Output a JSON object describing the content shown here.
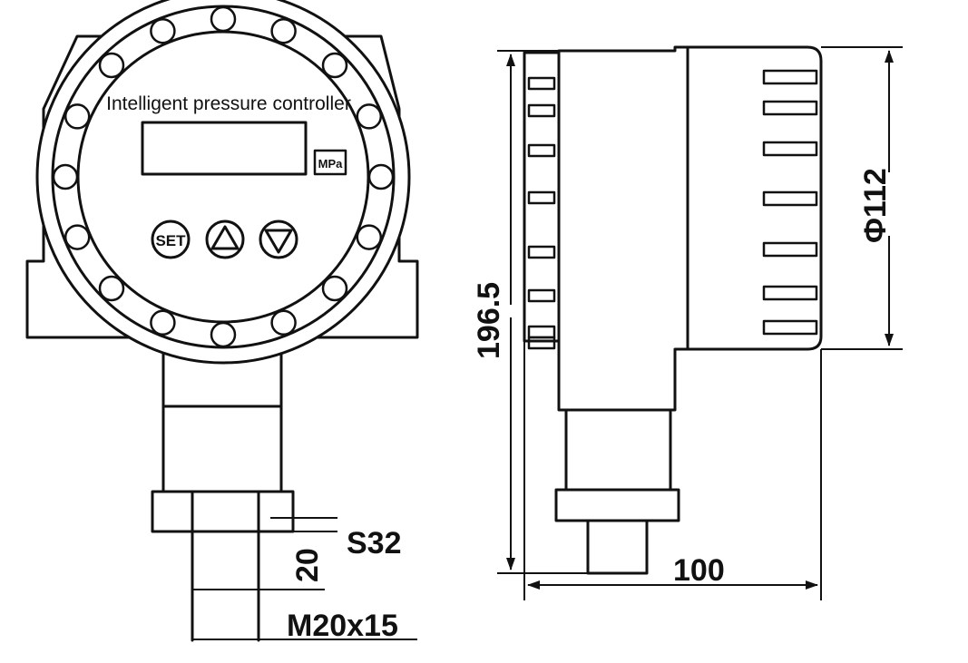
{
  "front_view": {
    "device_title": "Intelligent pressure controller",
    "unit_label": "MPa",
    "buttons": {
      "set": "SET"
    }
  },
  "dimensions": {
    "wrench_size": "S32",
    "thread_length": "20",
    "thread_spec": "M20x15",
    "total_height": "196.5",
    "housing_diameter": "Φ112",
    "depth": "100"
  }
}
